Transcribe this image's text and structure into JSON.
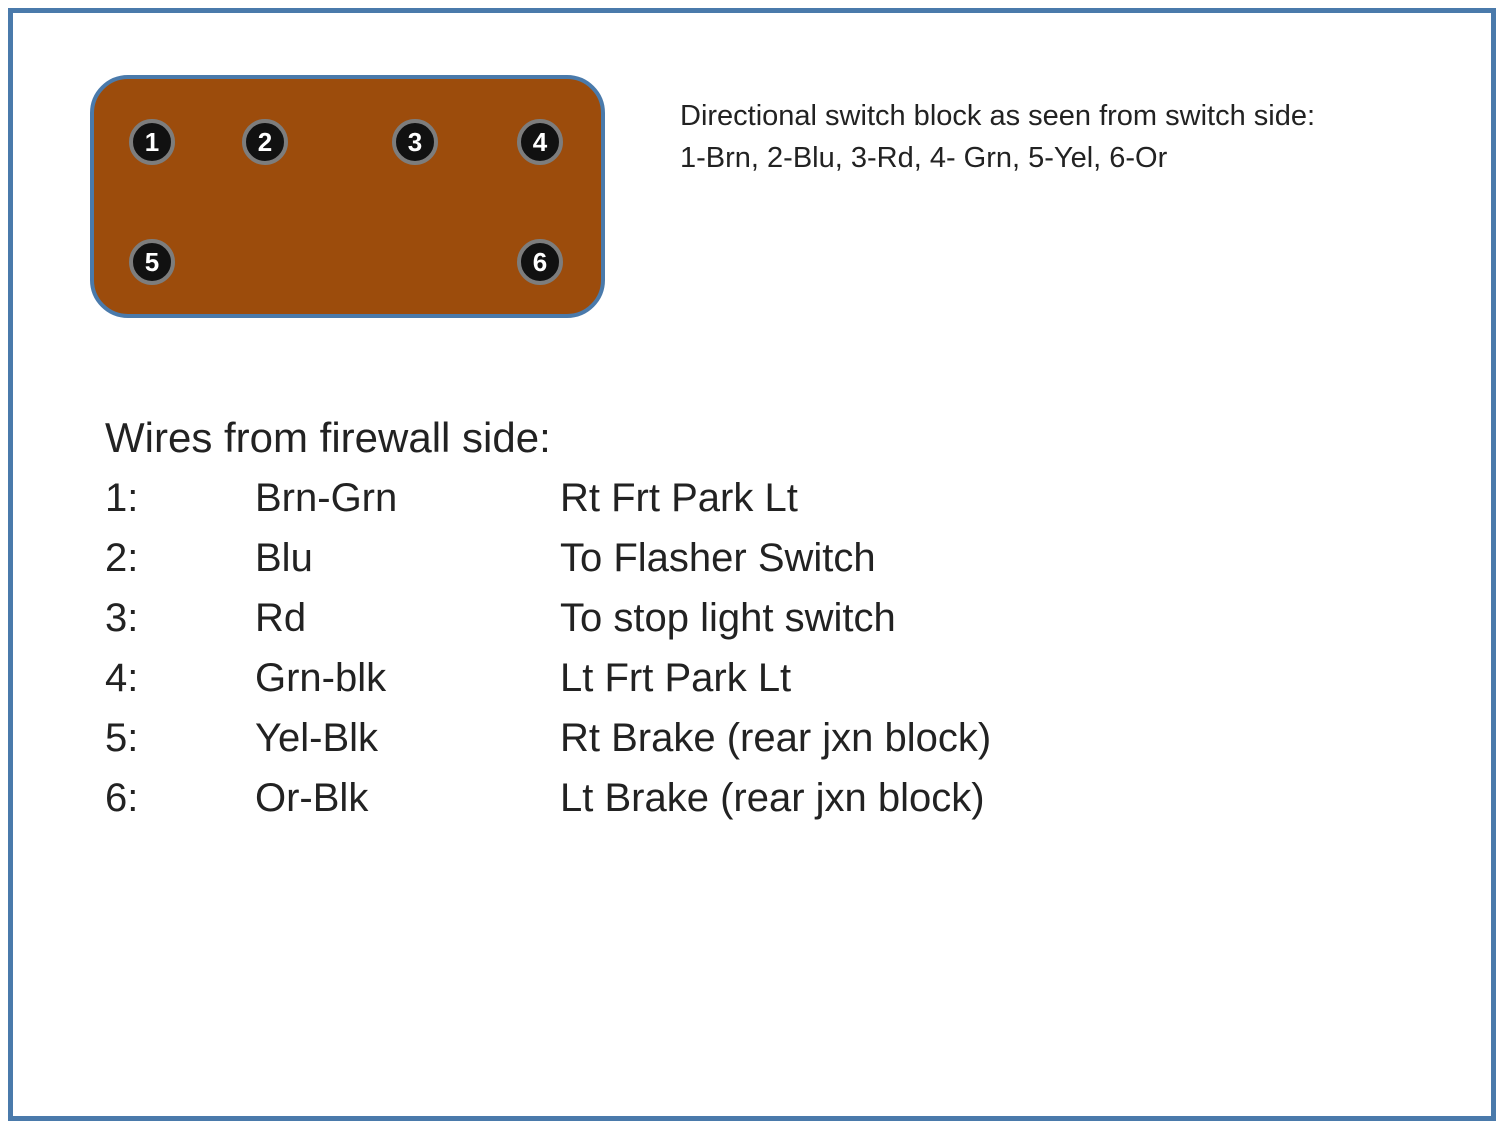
{
  "page": {
    "border_color": "#4a7aab",
    "background": "#ffffff"
  },
  "connector": {
    "name": "directional-switch-block",
    "fill_color": "#9c4c0c",
    "border_color": "#4a7aab",
    "pins": [
      "1",
      "2",
      "3",
      "4",
      "5",
      "6"
    ]
  },
  "caption": {
    "line1": "Directional switch block as seen from switch side:",
    "line2": "1-Brn, 2-Blu, 3-Rd, 4- Grn, 5-Yel, 6-Or"
  },
  "wires": {
    "title": "Wires from firewall side:",
    "rows": [
      {
        "num": "1:",
        "color": "Brn-Grn",
        "desc": "Rt Frt Park Lt"
      },
      {
        "num": "2:",
        "color": "Blu",
        "desc": "To Flasher Switch"
      },
      {
        "num": "3:",
        "color": "Rd",
        "desc": "To stop light switch"
      },
      {
        "num": "4:",
        "color": "Grn-blk",
        "desc": "Lt Frt Park Lt"
      },
      {
        "num": "5:",
        "color": "Yel-Blk",
        "desc": "Rt Brake (rear jxn block)"
      },
      {
        "num": "6:",
        "color": "Or-Blk",
        "desc": "Lt Brake (rear jxn block)"
      }
    ]
  }
}
